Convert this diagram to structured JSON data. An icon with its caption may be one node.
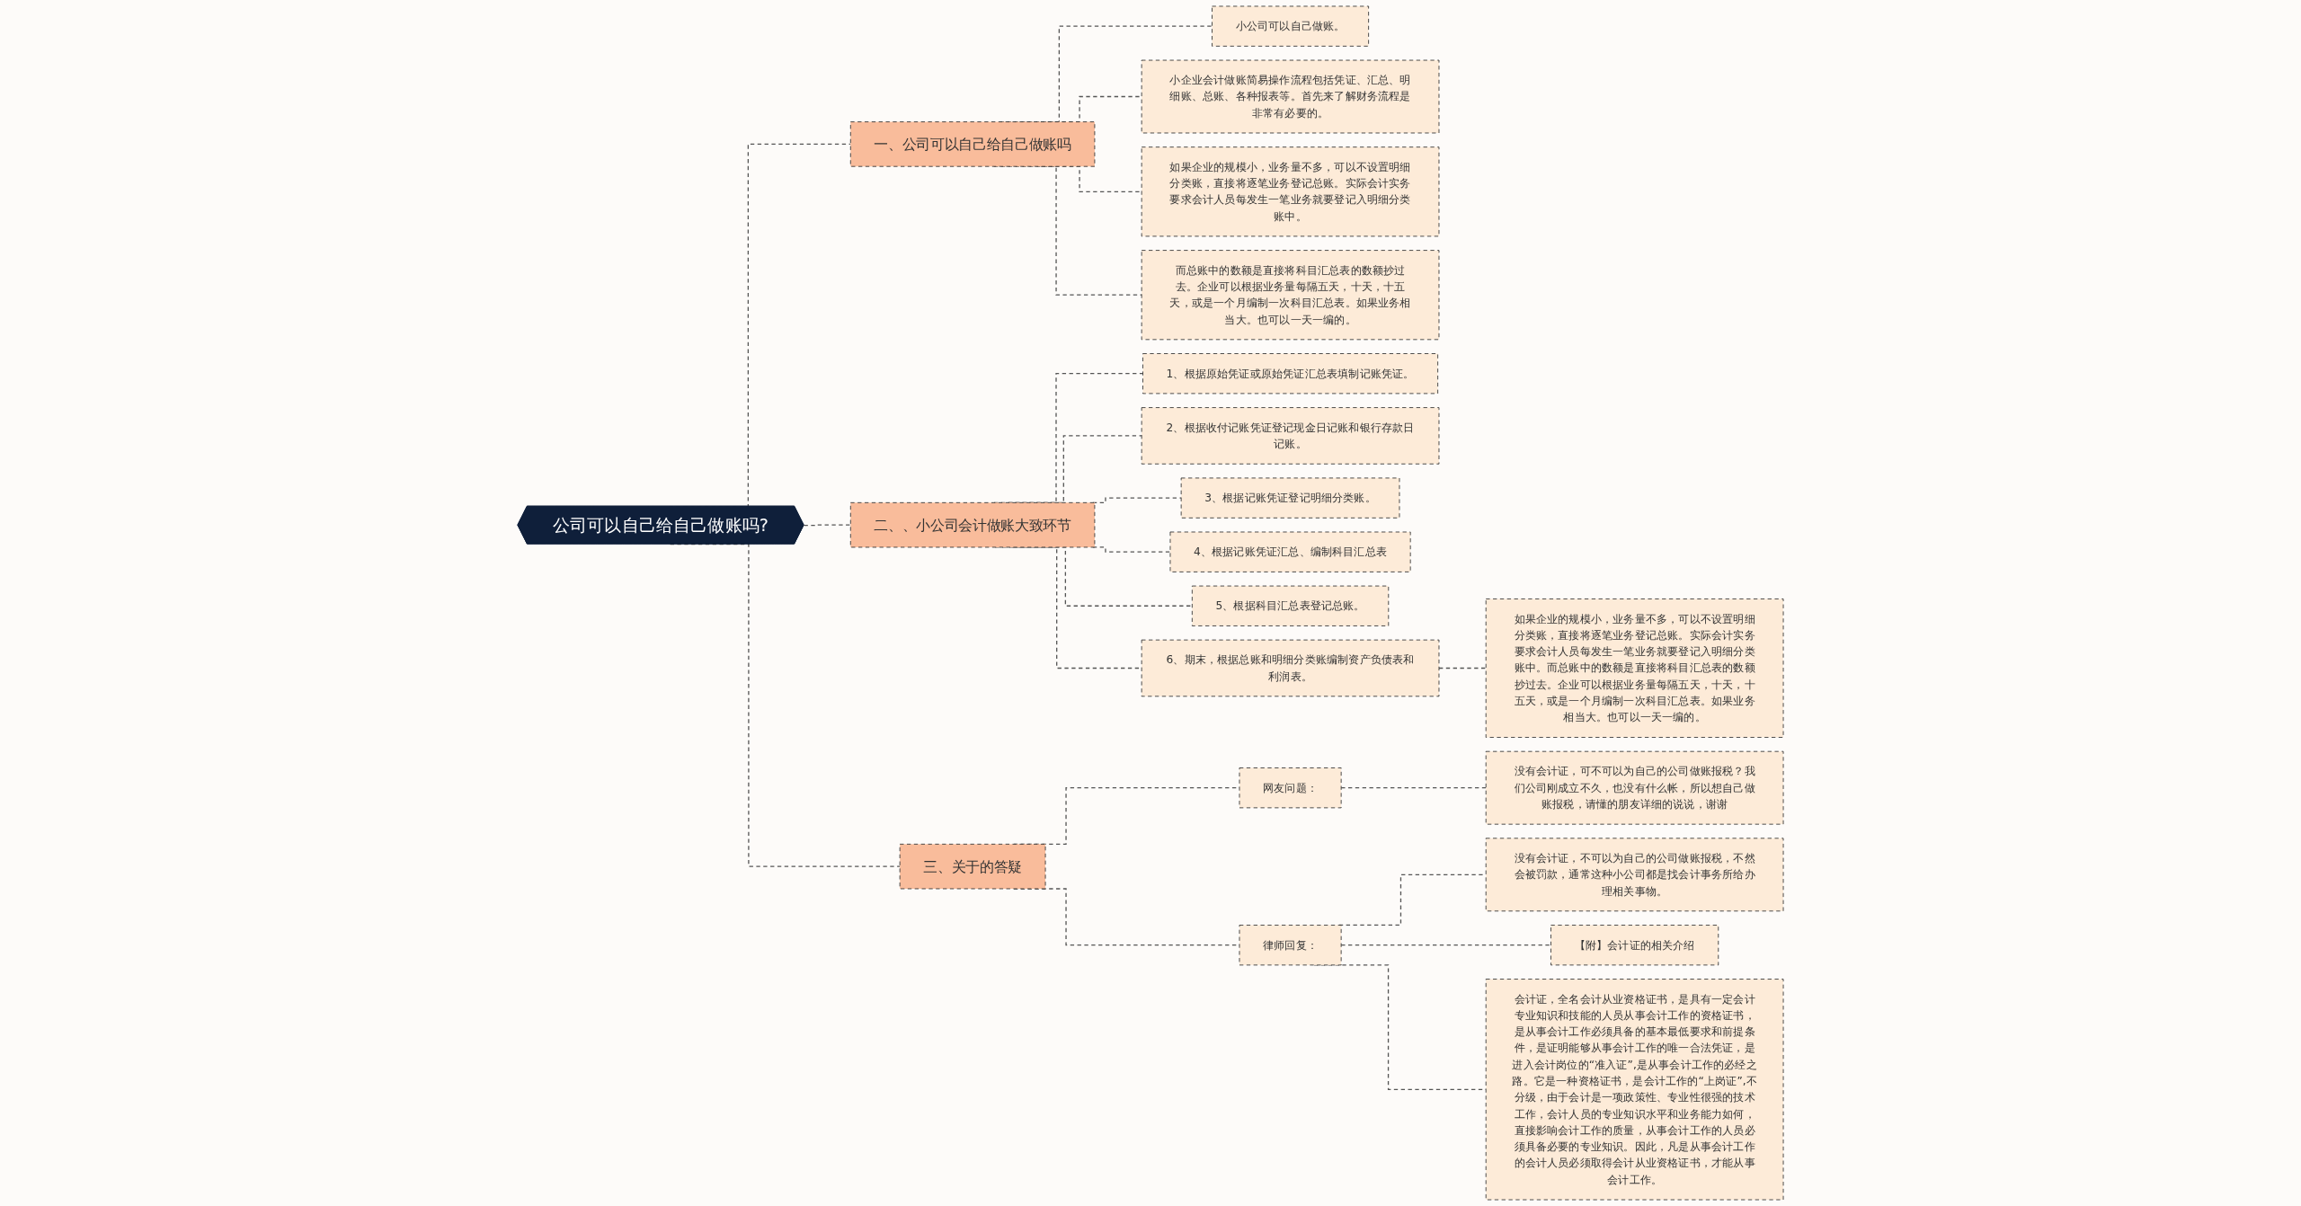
{
  "diagram": {
    "nodes": [
      {
        "text": [
          "公司可以自己给自己做账吗?"
        ]
      },
      {
        "text": [
          "一、公司可以自己给自己做账吗"
        ]
      },
      {
        "text": [
          "小公司可以自己做账。"
        ]
      },
      {
        "text": [
          "小企业会计做账简易操作流程包括凭证、汇总、明细账、总账、各种报表等。首先来了解财务流程是非常有必要的。"
        ]
      },
      {
        "text": [
          "如果企业的规模小，业务量不多，可以不设置明细分类账，直接将逐笔业务登记总账。实际会计实务要求会计人员每发生一笔业务就要登记入明细分类账中。"
        ]
      },
      {
        "text": [
          "而总账中的数额是直接将科目汇总表的数额抄过去。企业可以根据业务量每隔五天，十天，十五天，或是一个月编制一次科目汇总表。如果业务相当大。也可以一天一编的。"
        ]
      },
      {
        "text": [
          "二、、小公司会计做账大致环节"
        ]
      },
      {
        "text": [
          "1、根据原始凭证或原始凭证汇总表填制记账凭证。"
        ]
      },
      {
        "text": [
          "2、根据收付记账凭证登记现金日记账和银行存款日记账。"
        ]
      },
      {
        "text": [
          "3、根据记账凭证登记明细分类账。"
        ]
      },
      {
        "text": [
          "4、根据记账凭证汇总、编制科目汇总表"
        ]
      },
      {
        "text": [
          "5、根据科目汇总表登记总账。"
        ]
      },
      {
        "text": [
          "6、期末，根据总账和明细分类账编制资产负债表和利润表。"
        ]
      },
      {
        "text": [
          "如果企业的规模小，业务量不多，可以不设置明细分类账，直接将逐笔业务登记总账。实际会计实务要求会计人员每发生一笔业务就要登记入明细分类账中。而总账中的数额是直接将科目汇总表的数额抄过去。企业可以根据业务量每隔五天，十天，十五天，或是一个月编制一次科目汇总表。如果业务相当大。也可以一天一编的。"
        ]
      },
      {
        "text": [
          "三、关于的答疑"
        ]
      },
      {
        "text": [
          "网友问题："
        ]
      },
      {
        "text": [
          "没有会计证，可不可以为自己的公司做账报税？我们公司刚成立不久，也没有什么帐，所以想自己做账报税，请懂的朋友详细的说说，谢谢"
        ]
      },
      {
        "text": [
          "律师回复："
        ]
      },
      {
        "text": [
          "没有会计证，不可以为自己的公司做账报税，不然会被罚款，通常这种小公司都是找会计事务所给办理相关事物。"
        ]
      },
      {
        "text": [
          "【附】会计证的相关介绍"
        ]
      },
      {
        "text": [
          "会计证，全名会计从业资格证书，是具有一定会计专业知识和技能的人员从事会计工作的资格证书，是从事会计工作必须具备的基本最低要求和前提条件，是证明能够从事会计工作的唯一合法凭证，是进入会计岗位的“准入证”,是从事会计工作的必经之路。它是一种资格证书，是会计工作的“上岗证”,不分级，由于会计是一项政策性、专业性很强的技术工作，会计人员的专业知识水平和业务能力如何，直接影响会计工作的质量，从事会计工作的人员必须具备必要的专业知识。因此，凡是从事会计工作的会计人员必须取得会计从业资格证书，才能从事会计工作。"
        ]
      }
    ],
    "edges": [
      {
        "from": 0,
        "to": 1,
        "arrow": "none",
        "style": "dashed"
      },
      {
        "from": 1,
        "to": 2,
        "arrow": "none",
        "style": "dashed"
      },
      {
        "from": 1,
        "to": 3,
        "arrow": "none",
        "style": "dashed"
      },
      {
        "from": 1,
        "to": 4,
        "arrow": "none",
        "style": "dashed"
      },
      {
        "from": 1,
        "to": 5,
        "arrow": "none",
        "style": "dashed"
      },
      {
        "from": 0,
        "to": 6,
        "arrow": "none",
        "style": "dashed"
      },
      {
        "from": 6,
        "to": 7,
        "arrow": "none",
        "style": "dashed"
      },
      {
        "from": 6,
        "to": 8,
        "arrow": "none",
        "style": "dashed"
      },
      {
        "from": 6,
        "to": 9,
        "arrow": "none",
        "style": "dashed"
      },
      {
        "from": 6,
        "to": 10,
        "arrow": "none",
        "style": "dashed"
      },
      {
        "from": 6,
        "to": 11,
        "arrow": "none",
        "style": "dashed"
      },
      {
        "from": 6,
        "to": 12,
        "arrow": "none",
        "style": "dashed"
      },
      {
        "from": 12,
        "to": 13,
        "arrow": "none",
        "style": "dashed"
      },
      {
        "from": 0,
        "to": 14,
        "arrow": "none",
        "style": "dashed"
      },
      {
        "from": 14,
        "to": 15,
        "arrow": "none",
        "style": "dashed"
      },
      {
        "from": 15,
        "to": 16,
        "arrow": "none",
        "style": "dashed"
      },
      {
        "from": 14,
        "to": 17,
        "arrow": "none",
        "style": "dashed"
      },
      {
        "from": 17,
        "to": 18,
        "arrow": "none",
        "style": "dashed"
      },
      {
        "from": 17,
        "to": 19,
        "arrow": "none",
        "style": "dashed"
      },
      {
        "from": 17,
        "to": 20,
        "arrow": "none",
        "style": "dashed"
      }
    ]
  }
}
